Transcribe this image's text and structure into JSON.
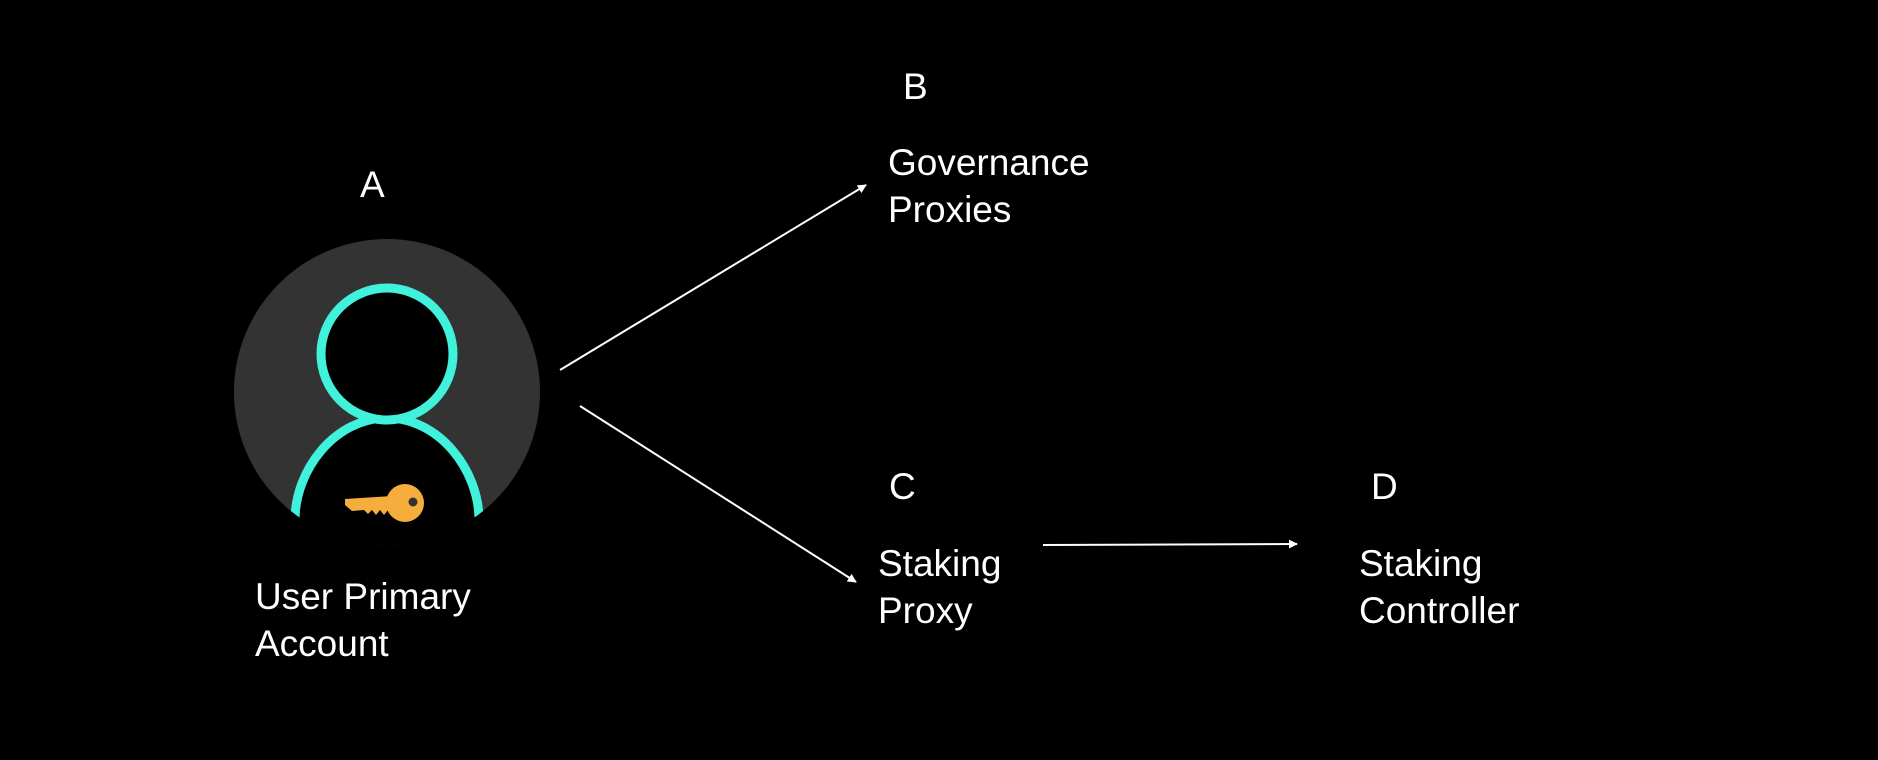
{
  "colors": {
    "background": "#000000",
    "text": "#ffffff",
    "avatar_circle": "#333333",
    "avatar_outline": "#40f2dc",
    "key": "#f5ad3c",
    "arrow": "#ffffff"
  },
  "nodes": {
    "a": {
      "letter": "A",
      "label_lines": [
        "User Primary",
        "Account"
      ],
      "icon": "user-with-key-icon"
    },
    "b": {
      "letter": "B",
      "label_lines": [
        "Governance",
        "Proxies"
      ]
    },
    "c": {
      "letter": "C",
      "label_lines": [
        "Staking",
        "Proxy"
      ]
    },
    "d": {
      "letter": "D",
      "label_lines": [
        "Staking",
        "Controller"
      ]
    }
  },
  "edges": [
    {
      "from": "A",
      "to": "B"
    },
    {
      "from": "A",
      "to": "C"
    },
    {
      "from": "C",
      "to": "D"
    }
  ]
}
